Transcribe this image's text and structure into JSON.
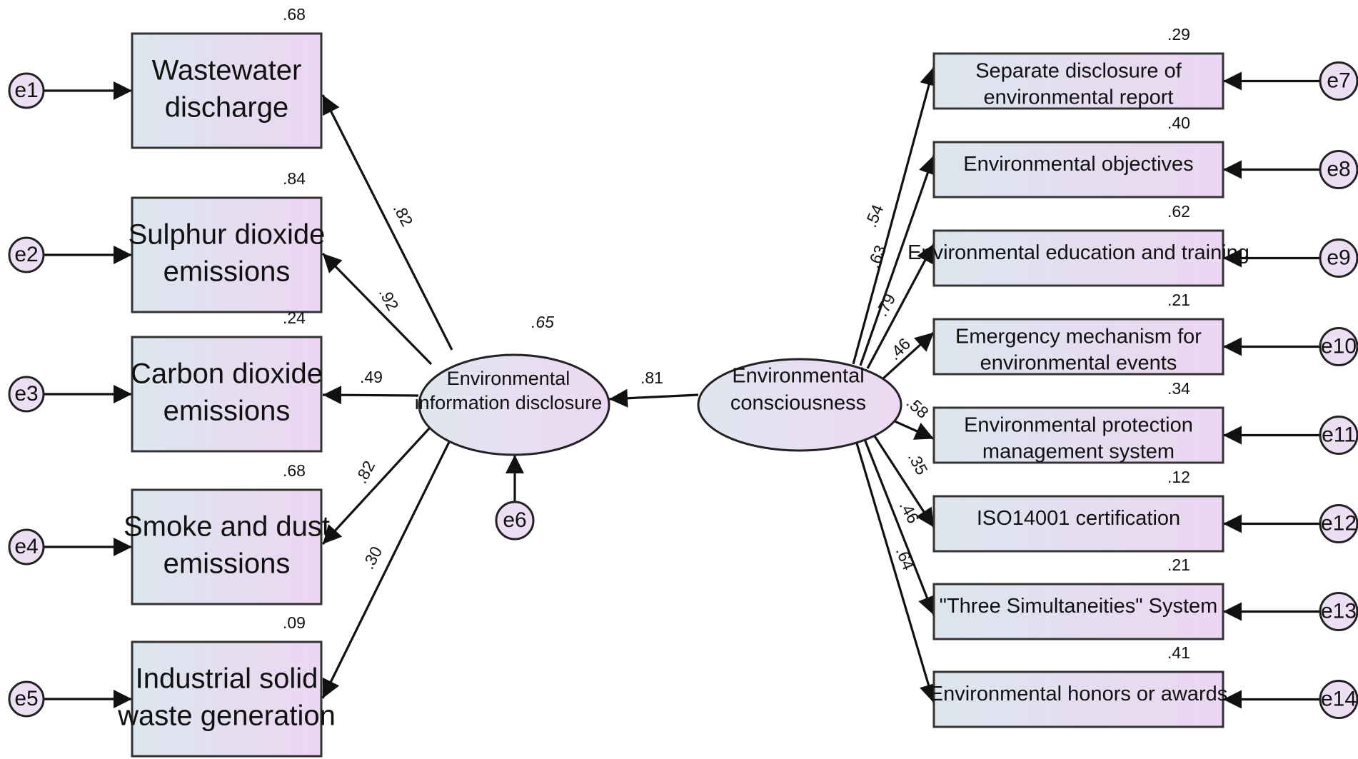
{
  "left_indicators": [
    {
      "error": "e1",
      "r2": ".68",
      "loading": ".82",
      "lines": [
        "Wastewater",
        "discharge"
      ]
    },
    {
      "error": "e2",
      "r2": ".84",
      "loading": ".92",
      "lines": [
        "Sulphur dioxide",
        "emissions"
      ]
    },
    {
      "error": "e3",
      "r2": ".24",
      "loading": ".49",
      "lines": [
        "Carbon dioxide",
        "emissions"
      ]
    },
    {
      "error": "e4",
      "r2": ".68",
      "loading": ".82",
      "lines": [
        "Smoke and dust",
        "emissions"
      ]
    },
    {
      "error": "e5",
      "r2": ".09",
      "loading": ".30",
      "lines": [
        "Industrial solid",
        "waste generation"
      ]
    }
  ],
  "latent_left": {
    "lines": [
      "Environmental",
      "information disclosure"
    ],
    "r2": ".65",
    "error": "e6"
  },
  "latent_right": {
    "lines": [
      "Environmental",
      "consciousness"
    ]
  },
  "path_coefficient": ".81",
  "right_indicators": [
    {
      "error": "e7",
      "r2": ".29",
      "loading": ".54",
      "lines": [
        "Separate disclosure of",
        "environmental report"
      ]
    },
    {
      "error": "e8",
      "r2": ".40",
      "loading": ".63",
      "lines": [
        "Environmental objectives"
      ]
    },
    {
      "error": "e9",
      "r2": ".62",
      "loading": ".79",
      "lines": [
        "Environmental education and training"
      ]
    },
    {
      "error": "e10",
      "r2": ".21",
      "loading": ".46",
      "lines": [
        "Emergency mechanism for",
        "environmental events"
      ]
    },
    {
      "error": "e11",
      "r2": ".34",
      "loading": ".58",
      "lines": [
        "Environmental protection",
        "management system"
      ]
    },
    {
      "error": "e12",
      "r2": ".12",
      "loading": ".35",
      "lines": [
        "ISO14001 certification"
      ]
    },
    {
      "error": "e13",
      "r2": ".21",
      "loading": ".46",
      "lines": [
        "\"Three Simultaneities\" System"
      ]
    },
    {
      "error": "e14",
      "r2": ".41",
      "loading": ".64",
      "lines": [
        "Environmental honors or awards"
      ]
    }
  ],
  "colors": {
    "box_left": "#dde6ee",
    "box_right": "#ecd6f2",
    "error_fill": "#ecdff3",
    "stroke": "#111111"
  }
}
